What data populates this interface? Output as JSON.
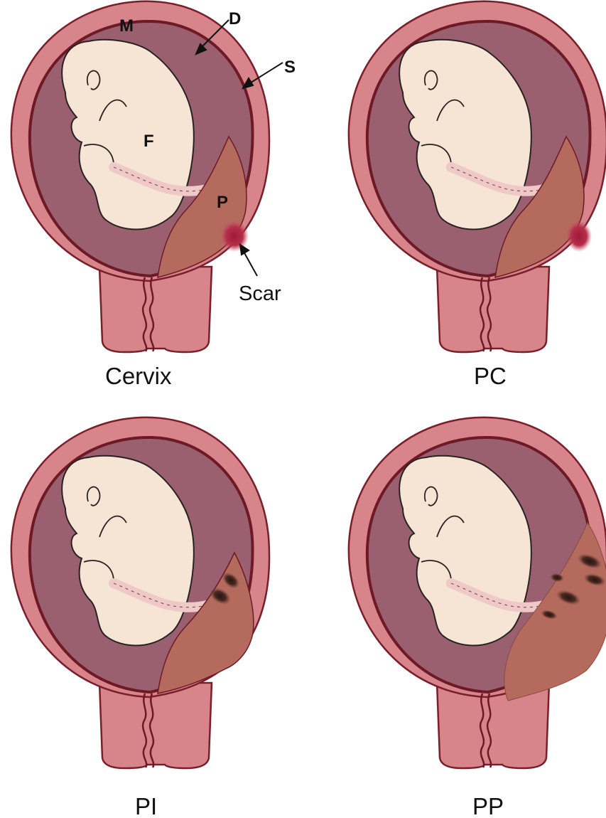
{
  "panels": [
    {
      "id": "cervix",
      "caption": "Cervix"
    },
    {
      "id": "pc",
      "caption": "PC"
    },
    {
      "id": "pi",
      "caption": "PI"
    },
    {
      "id": "pp",
      "caption": "PP"
    }
  ],
  "labels": {
    "myometrium": "M",
    "decidua": "D",
    "serosa": "S",
    "fetus": "F",
    "placenta": "P",
    "scar": "Scar"
  },
  "colors": {
    "uterus_wall": "#d7848a",
    "wall_outline": "#7a1e2a",
    "cavity": "#9a6070",
    "fetus": "#f6e5d4",
    "placenta": "#b46a5c",
    "cord": "#efc8c8",
    "scar": "#b02a45"
  }
}
